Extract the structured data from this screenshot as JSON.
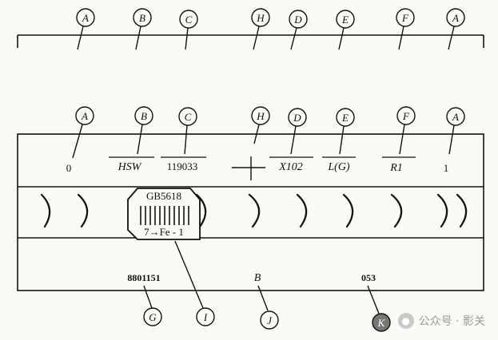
{
  "callouts": {
    "top_row": [
      "A",
      "B",
      "C",
      "H",
      "D",
      "E",
      "F",
      "A"
    ],
    "second_row": [
      "A",
      "B",
      "C",
      "H",
      "D",
      "E",
      "F",
      "A"
    ],
    "bottom_row": [
      "G",
      "I",
      "J",
      "K"
    ]
  },
  "top_band": {
    "zero": "0",
    "hsw": "HSW",
    "serial": "119033",
    "x_code": "X102",
    "lg_code": "L(G)",
    "r_code": "R1",
    "end_mark": "1"
  },
  "stamp": {
    "line1": "GB5618",
    "line2": "7→Fe - 1"
  },
  "bottom_band": {
    "code_g": "8801151",
    "code_j": "B",
    "code_k": "053"
  },
  "watermark": {
    "text": "公众号 · 影关"
  }
}
